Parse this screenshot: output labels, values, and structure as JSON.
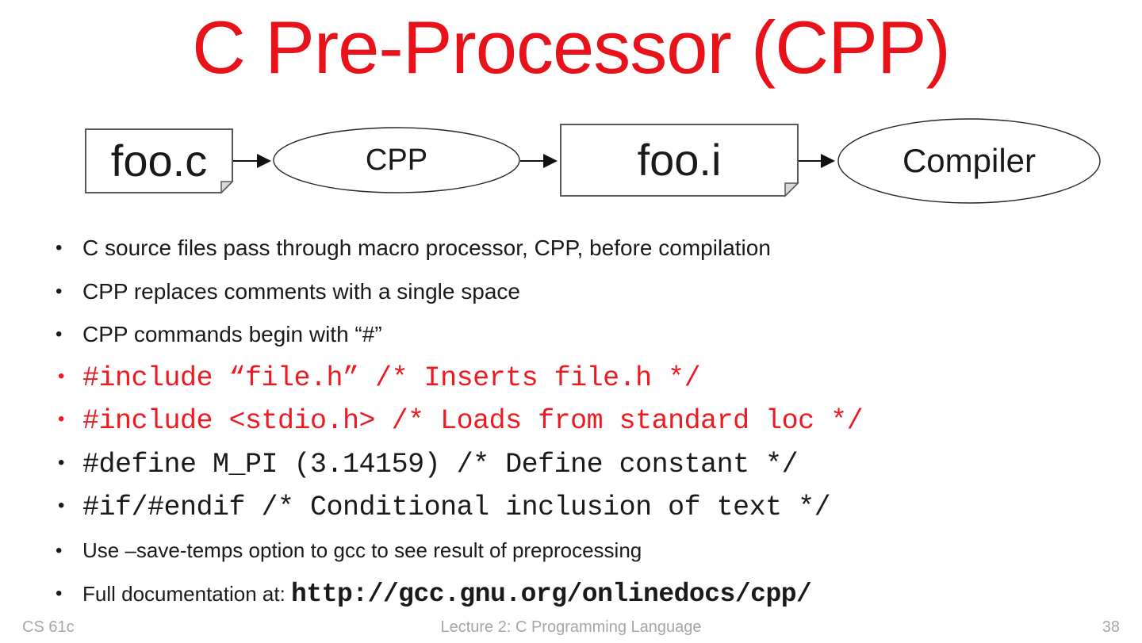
{
  "slide_title": "C Pre-Processor (CPP)",
  "bullet_char": "•",
  "diagram": {
    "nodes": [
      {
        "label": "foo.c",
        "shape": "document"
      },
      {
        "label": "CPP",
        "shape": "ellipse"
      },
      {
        "label": "foo.i",
        "shape": "document"
      },
      {
        "label": "Compiler",
        "shape": "ellipse"
      }
    ]
  },
  "bullets": [
    {
      "style": "plain",
      "text": "C source files pass through macro processor, CPP, before compilation"
    },
    {
      "style": "plain",
      "text": "CPP replaces comments with a single space"
    },
    {
      "style": "plain",
      "text": "CPP commands begin with “#”"
    },
    {
      "style": "code-red",
      "text": "#include “file.h” /* Inserts file.h */"
    },
    {
      "style": "code-red",
      "text": "#include <stdio.h> /* Loads from standard loc */"
    },
    {
      "style": "code",
      "text": "#define M_PI (3.14159) /* Define constant */"
    },
    {
      "style": "code",
      "text": "#if/#endif /* Conditional inclusion of text */"
    },
    {
      "style": "small",
      "text": "Use –save-temps option to gcc to see result of preprocessing"
    },
    {
      "style": "small",
      "text": "Full documentation at: ",
      "code_suffix": "http://gcc.gnu.org/onlinedocs/cpp/"
    }
  ],
  "footer": {
    "course": "CS 61c",
    "lecture": "Lecture 2: C Programming Language",
    "page_number": "38"
  },
  "colors": {
    "title_red": "#e8131a",
    "code_red": "#ed1b21",
    "footer_gray": "#a6a6a6"
  }
}
